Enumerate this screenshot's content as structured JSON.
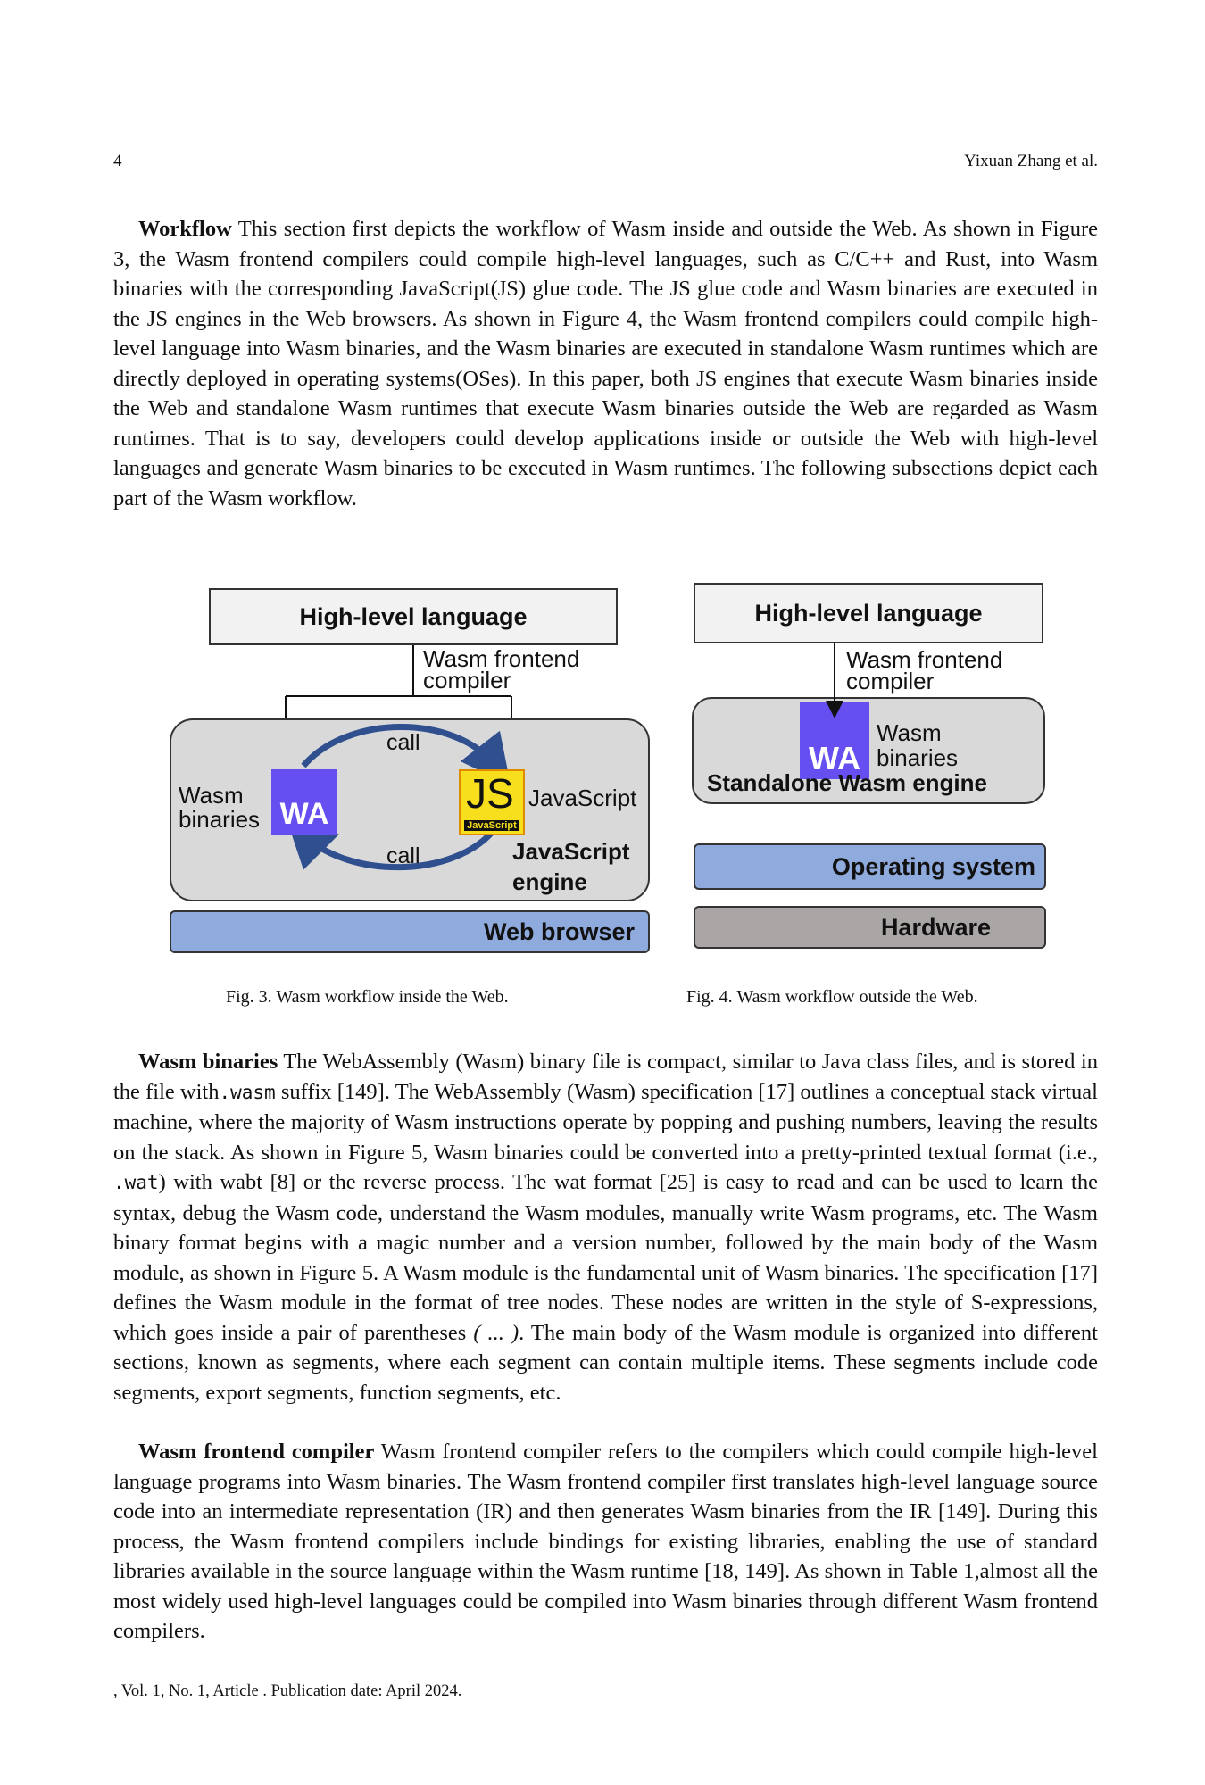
{
  "header": {
    "page_number": "4",
    "authors": "Yixuan Zhang et al."
  },
  "paragraphs": {
    "workflow": {
      "heading": "Workflow",
      "text": " This section first depicts the workflow of Wasm inside and outside the Web. As shown in Figure 3, the Wasm frontend compilers could compile high-level languages, such as C/C++ and Rust, into Wasm binaries with the corresponding JavaScript(JS) glue code. The JS glue code and Wasm binaries are executed in the JS engines in the Web browsers. As shown in Figure 4, the Wasm frontend compilers could compile high-level language into Wasm binaries, and the Wasm binaries are executed in standalone Wasm runtimes which are directly deployed in operating systems(OSes). In this paper, both JS engines that execute Wasm binaries inside the Web and standalone Wasm runtimes that execute Wasm binaries outside the Web are regarded as Wasm runtimes. That is to say, developers could develop applications inside or outside the Web with high-level languages and generate Wasm binaries to be executed in Wasm runtimes. The following subsections depict each part of the Wasm workflow."
    },
    "binaries": {
      "heading": "Wasm binaries",
      "text1": " The WebAssembly (Wasm) binary file is compact, similar to Java class files, and is stored in the file with",
      "code1": ".wasm",
      "text2": " suffix [149]. The WebAssembly (Wasm) specification [17] outlines a conceptual stack virtual machine, where the majority of Wasm instructions operate by popping and pushing numbers, leaving the results on the stack. As shown in Figure 5, Wasm binaries could be converted into a pretty-printed textual format (i.e., ",
      "code2": ".wat",
      "text3": ") with wabt [8] or the reverse process. The wat format [25] is easy to read and can be used to learn the syntax, debug the Wasm code, understand the Wasm modules, manually write Wasm programs, etc. The Wasm binary format begins with a magic number and a version number, followed by the main body of the Wasm module, as shown in Figure 5. A Wasm module is the fundamental unit of Wasm binaries. The specification [17] defines the Wasm module in the format of tree nodes. These nodes are written in the style of S-expressions, which goes inside a pair of parentheses ",
      "italic": "( ... )",
      "text4": ". The main body of the Wasm module is organized into different sections, known as segments, where each segment can contain multiple items. These segments include code segments, export segments, function segments, etc."
    },
    "frontend": {
      "heading": "Wasm frontend compiler",
      "text": " Wasm frontend compiler refers to the compilers which could compile high-level language programs into Wasm binaries. The Wasm frontend compiler first translates high-level language source code into an intermediate representation (IR) and then generates Wasm binaries from the IR [149]. During this process, the Wasm frontend compilers include bindings for existing libraries, enabling the use of standard libraries available in the source language within the Wasm runtime [18, 149]. As shown in Table 1,almost all the most widely used high-level languages could be compiled into Wasm binaries through different Wasm frontend compilers."
    }
  },
  "figure3": {
    "high_level": "High-level language",
    "compiler_line1": "Wasm frontend",
    "compiler_line2": "compiler",
    "call_top": "call",
    "call_bottom": "call",
    "wasm_line1": "Wasm",
    "wasm_line2": "binaries",
    "wa_logo": "WA",
    "js_logo": "JS",
    "js_logo_small": "JavaScript",
    "javascript": "JavaScript",
    "engine_line1": "JavaScript",
    "engine_line2": "engine",
    "browser": "Web browser",
    "caption": "Fig. 3.  Wasm workflow inside the Web."
  },
  "figure4": {
    "high_level": "High-level language",
    "compiler_line1": "Wasm frontend",
    "compiler_line2": "compiler",
    "wa_logo": "WA",
    "wasm_line1": "Wasm",
    "wasm_line2": "binaries",
    "engine": "Standalone Wasm engine",
    "os": "Operating system",
    "hardware": "Hardware",
    "caption": "Fig. 4.  Wasm workflow outside the Web."
  },
  "colors": {
    "wasm_purple": "#654ff0",
    "js_yellow": "#f7df1e",
    "browser_blue": "#8faadc",
    "hardware_gray": "#aaa6a6",
    "engine_gray": "#d9d9d9"
  },
  "footer": ", Vol. 1, No. 1, Article . Publication date: April 2024."
}
